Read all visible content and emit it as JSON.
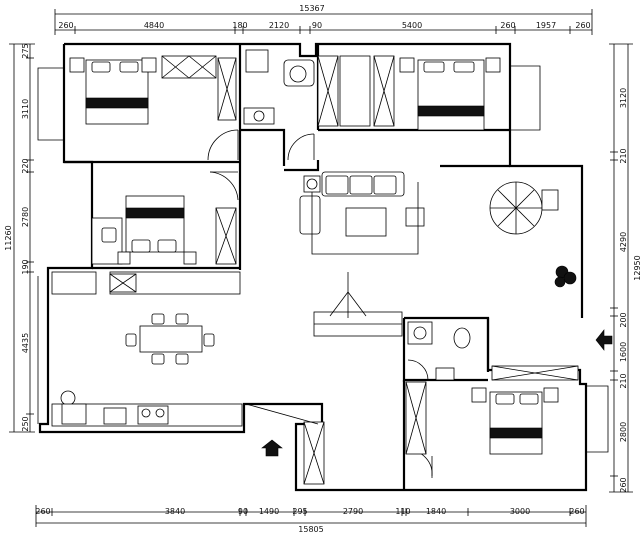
{
  "dimensions": {
    "top_total": "15367",
    "top_segments": [
      "260",
      "4840",
      "180",
      "2120",
      "90",
      "5400",
      "260",
      "1957",
      "260"
    ],
    "bottom_segments": [
      "260",
      "3840",
      "90",
      "1490",
      "295",
      "2790",
      "110",
      "1840",
      "3000",
      "260"
    ],
    "bottom_total": "15805",
    "left_segments": [
      "275",
      "3110",
      "220",
      "2780",
      "190",
      "4435",
      "250"
    ],
    "left_total": "11260",
    "right_segments": [
      "3120",
      "210",
      "4290",
      "200",
      "1600",
      "210",
      "2800",
      "260"
    ],
    "right_total": "12950"
  },
  "icons": {
    "entrance_arrow_left": "entrance-arrow-icon",
    "entrance_arrow_right": "entrance-arrow-icon",
    "parasol": "parasol-icon",
    "plant": "plant-icon",
    "toilet": "toilet-icon",
    "sink": "sink-icon",
    "washer": "washer-icon",
    "stove": "stove-icon"
  },
  "colors": {
    "line": "#000000",
    "background": "#ffffff"
  }
}
